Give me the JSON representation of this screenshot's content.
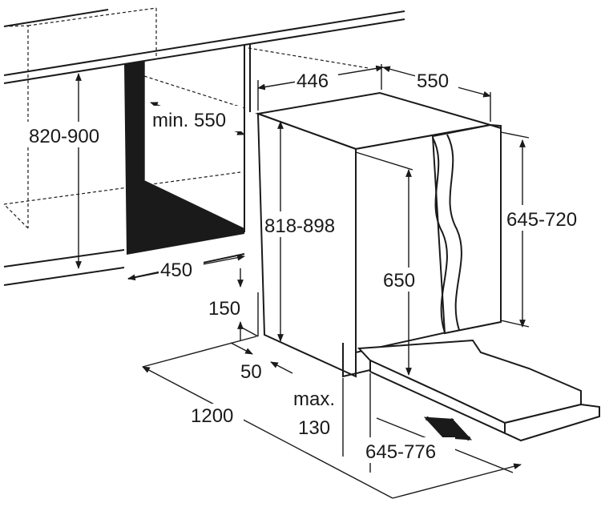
{
  "diagram": {
    "labels": {
      "niche_height": "820-900",
      "niche_depth_min": "min. 550",
      "niche_width": "450",
      "top_width": "446",
      "top_depth": "550",
      "unit_height": "818-898",
      "door_height": "645-720",
      "inner_height": "650",
      "plinth_height": "150",
      "plinth_setback": "50",
      "total_depth": "1200",
      "max_label": "max.",
      "max_value": "130",
      "door_open": "645-776"
    }
  }
}
